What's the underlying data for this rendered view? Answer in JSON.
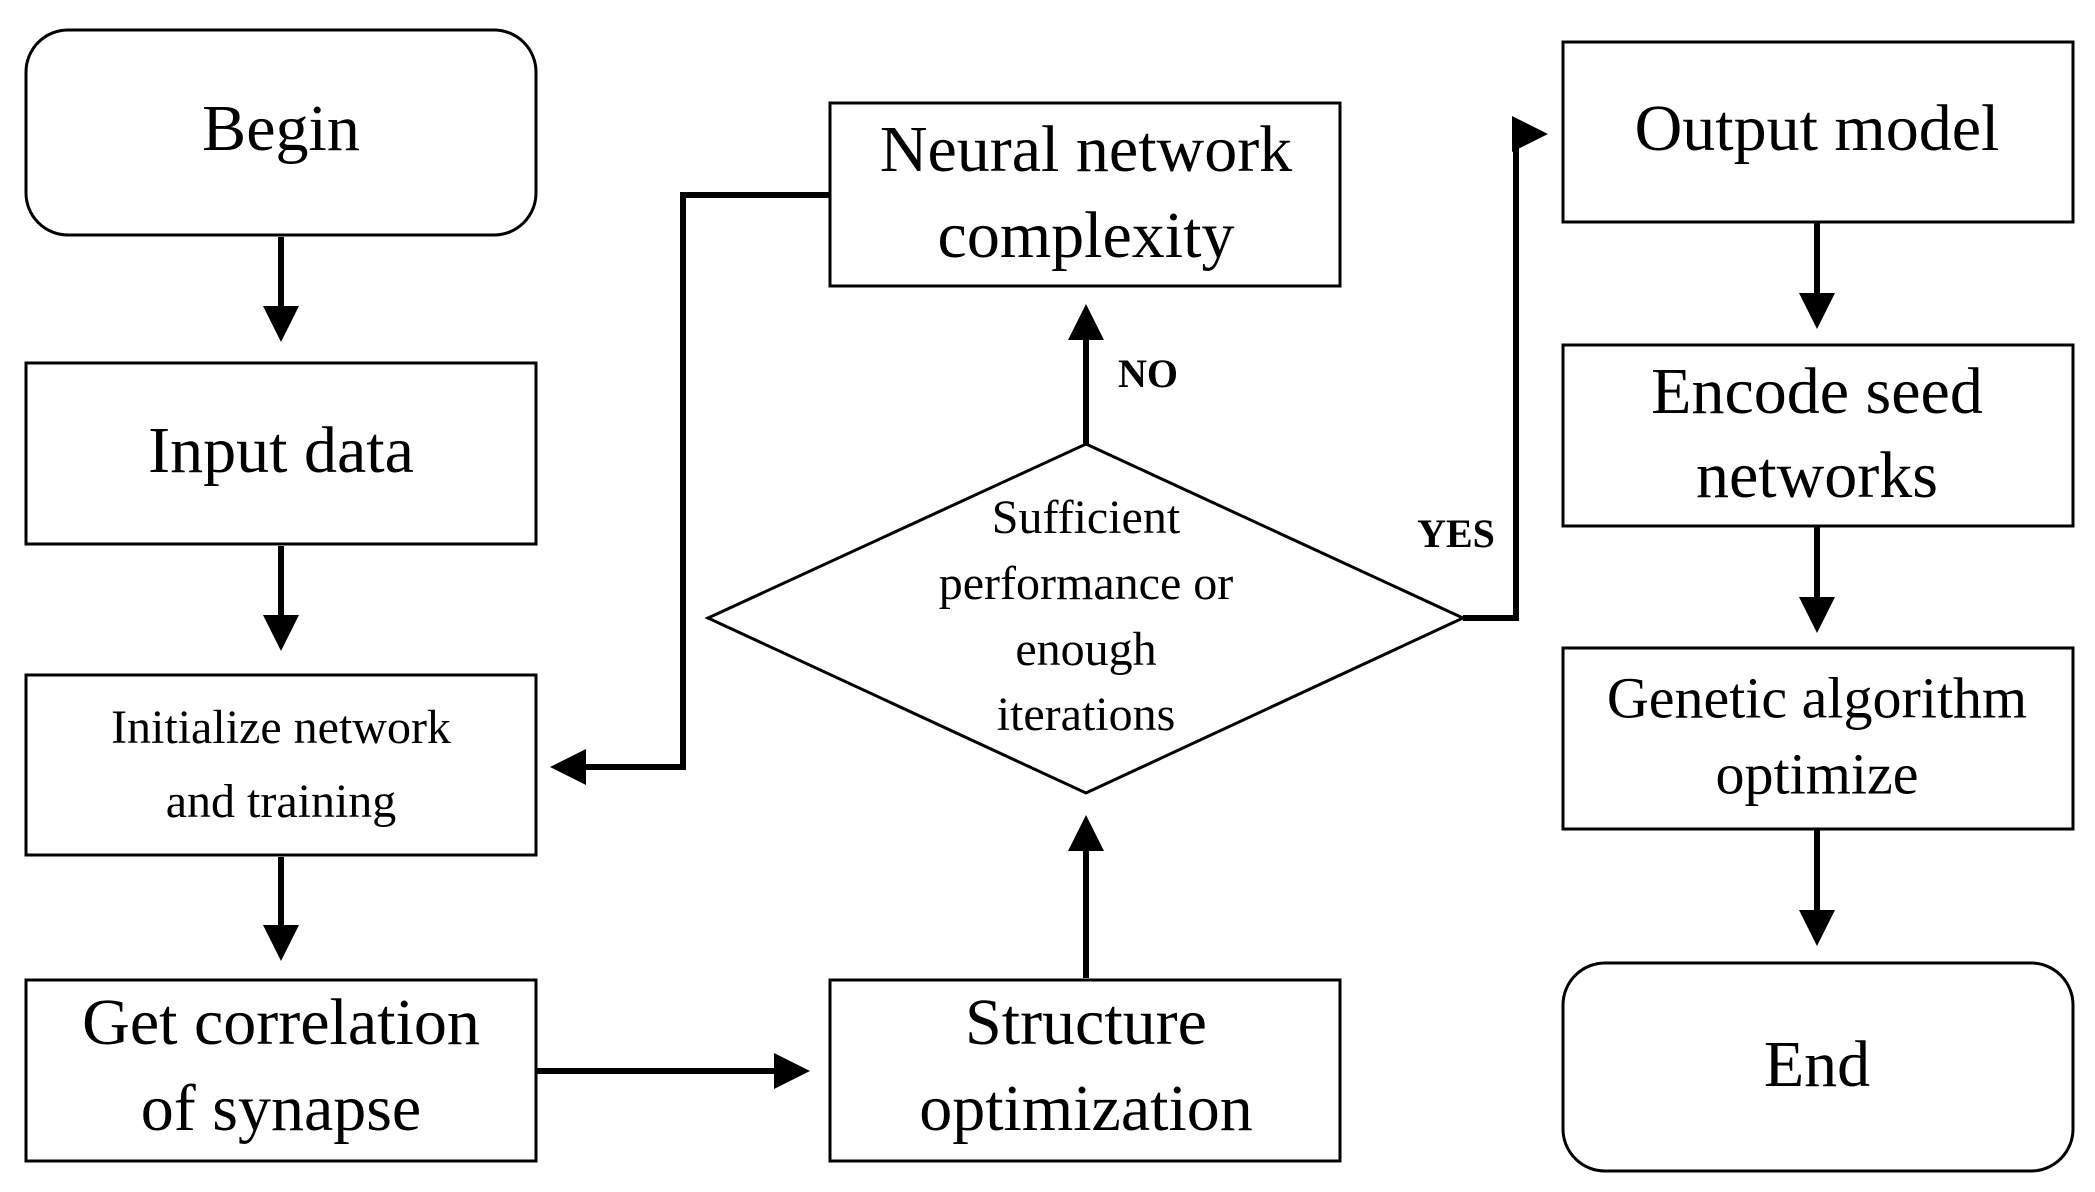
{
  "nodes": {
    "begin": "Begin",
    "input_data": "Input data",
    "initialize": [
      "Initialize network",
      "and training"
    ],
    "get_correlation": [
      "Get correlation",
      "of synapse"
    ],
    "structure_optimization": [
      "Structure",
      "optimization"
    ],
    "decision": [
      "Sufficient",
      "performance or",
      "enough",
      "iterations"
    ],
    "nn_complexity": [
      "Neural network",
      "complexity"
    ],
    "output_model": "Output model",
    "encode_seed": [
      "Encode seed",
      "networks"
    ],
    "genetic_algorithm": [
      "Genetic algorithm",
      "optimize"
    ],
    "end": "End"
  },
  "edges": {
    "no_label": "NO",
    "yes_label": "YES"
  }
}
